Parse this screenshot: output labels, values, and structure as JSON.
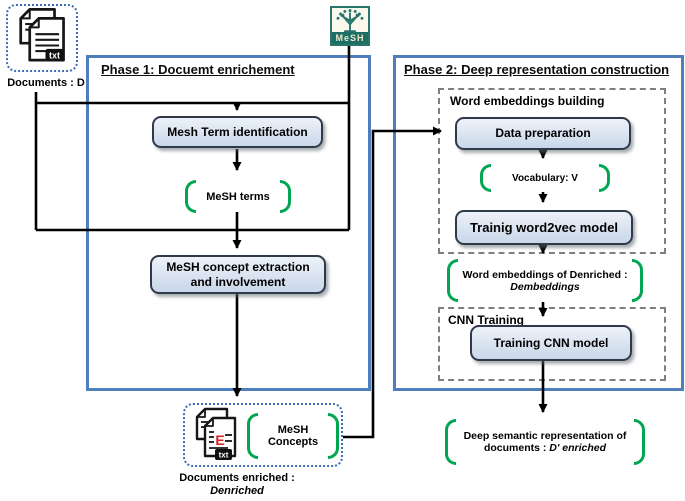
{
  "colors": {
    "phase_border": "#4e7fbc",
    "node_fill": "#d9e3f0",
    "node_border": "#2f3a49",
    "bracket_green": "#00a651",
    "dashed_group_gray": "#7f7f7f",
    "artifact_dotted_blue": "#3e6db5",
    "mesh_teal": "#1d6e63",
    "enriched_mark_red": "#dd1f1f",
    "connector_black": "#000000"
  },
  "source": {
    "caption": "Documents : D",
    "badge": "txt"
  },
  "mesh_logo": {
    "label": "MeSH"
  },
  "phase1": {
    "title": "Phase 1: Docuemt enrichement",
    "term_identification": "Mesh Term identification",
    "mesh_terms": "MeSH terms",
    "concept_extraction": "MeSH concept extraction and involvement"
  },
  "enriched": {
    "bracket_line1": "MeSH",
    "bracket_line2": "Concepts",
    "mark": "E",
    "badge": "txt",
    "caption_line1": "Documents enriched :",
    "caption_line2": "Denriched"
  },
  "phase2": {
    "title": "Phase 2: Deep representation construction",
    "word_embeddings_group": "Word embeddings building",
    "data_preparation": "Data preparation",
    "vocabulary": "Vocabulary: V",
    "word2vec": "Trainig word2vec model",
    "embeddings_line1": "Word embeddings of Denriched :",
    "embeddings_line2": "Dembeddings",
    "cnn_group": "CNN Training",
    "cnn_model": "Training CNN model",
    "output_line1": "Deep semantic representation of",
    "output_line2_prefix": "documents : ",
    "output_line2_italic": "D' enriched"
  }
}
